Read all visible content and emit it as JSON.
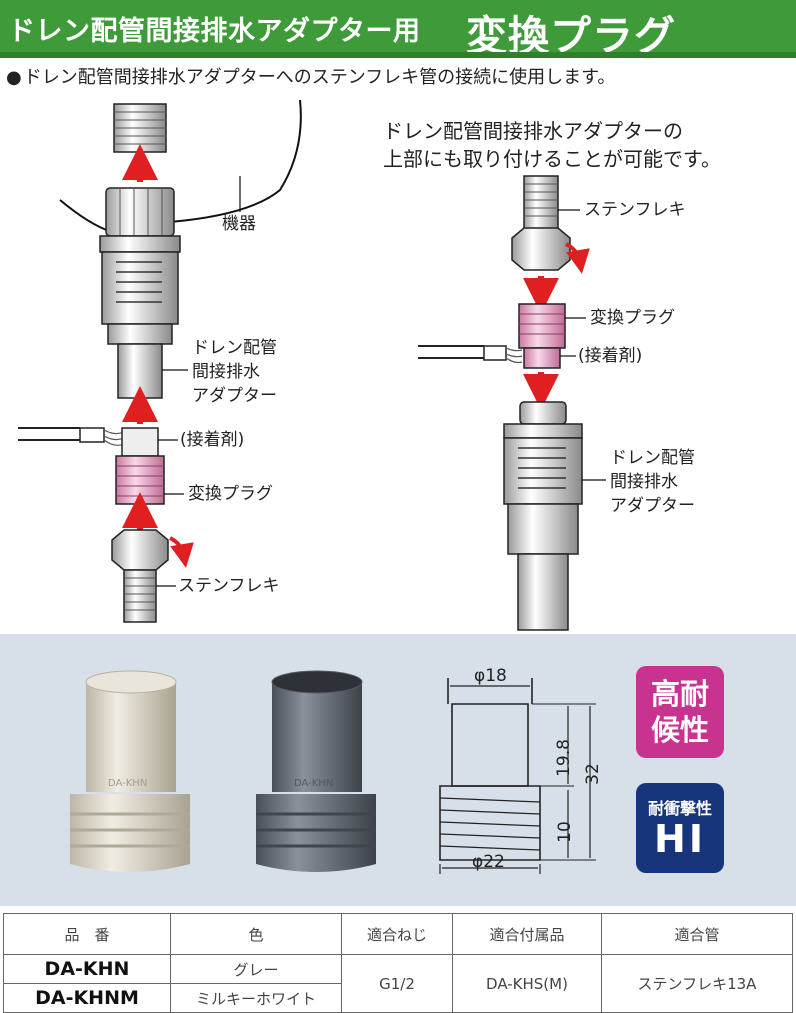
{
  "header": {
    "title": "ドレン配管間接排水アダプター用",
    "emphasis": "変換プラグ"
  },
  "intro": {
    "bullet": "●",
    "text": "ドレン配管間接排水アダプターへのステンフレキ管の接続に使用します。"
  },
  "left_diagram": {
    "device_label": "機器",
    "adapter_label": [
      "ドレン配管",
      "間接排水",
      "アダプター"
    ],
    "adhesive_label": "(接着剤)",
    "plug_label": "変換プラグ",
    "flex_label": "ステンフレキ"
  },
  "right_diagram": {
    "note": [
      "ドレン配管間接排水アダプターの",
      "上部にも取り付けることが可能です。"
    ],
    "flex_label": "ステンフレキ",
    "plug_label": "変換プラグ",
    "adhesive_label": "(接着剤)",
    "adapter_label": [
      "ドレン配管",
      "間接排水",
      "アダプター"
    ]
  },
  "products": [
    {
      "name": "light-plug",
      "embossed": "DA-KHN",
      "color": "#ddd8cc"
    },
    {
      "name": "gray-plug",
      "embossed": "DA-KHN",
      "color": "#636a73"
    }
  ],
  "dimensions": {
    "top_diameter": "φ18",
    "bottom_diameter": "φ22",
    "upper_height": "19.8",
    "lower_height": "10",
    "total_height": "32"
  },
  "badges": {
    "weather": [
      "高耐",
      "候性"
    ],
    "impact_small": "耐衝撃性",
    "impact_big": "HI"
  },
  "colors": {
    "header_green": "#3f9a3a",
    "arrow_red": "#e02020",
    "plug_pink": "#e8a9c8",
    "panel_bg": "#d7e0e8",
    "badge_magenta": "#c8338f",
    "badge_navy": "#17357b"
  },
  "table": {
    "headers": [
      "品　番",
      "色",
      "適合ねじ",
      "適合付属品",
      "適合管"
    ],
    "rows": [
      {
        "code": "DA-KHN",
        "color": "グレー"
      },
      {
        "code": "DA-KHNM",
        "color": "ミルキーホワイト"
      }
    ],
    "thread": "G1/2",
    "accessory": "DA-KHS(M)",
    "pipe": "ステンフレキ13A"
  }
}
